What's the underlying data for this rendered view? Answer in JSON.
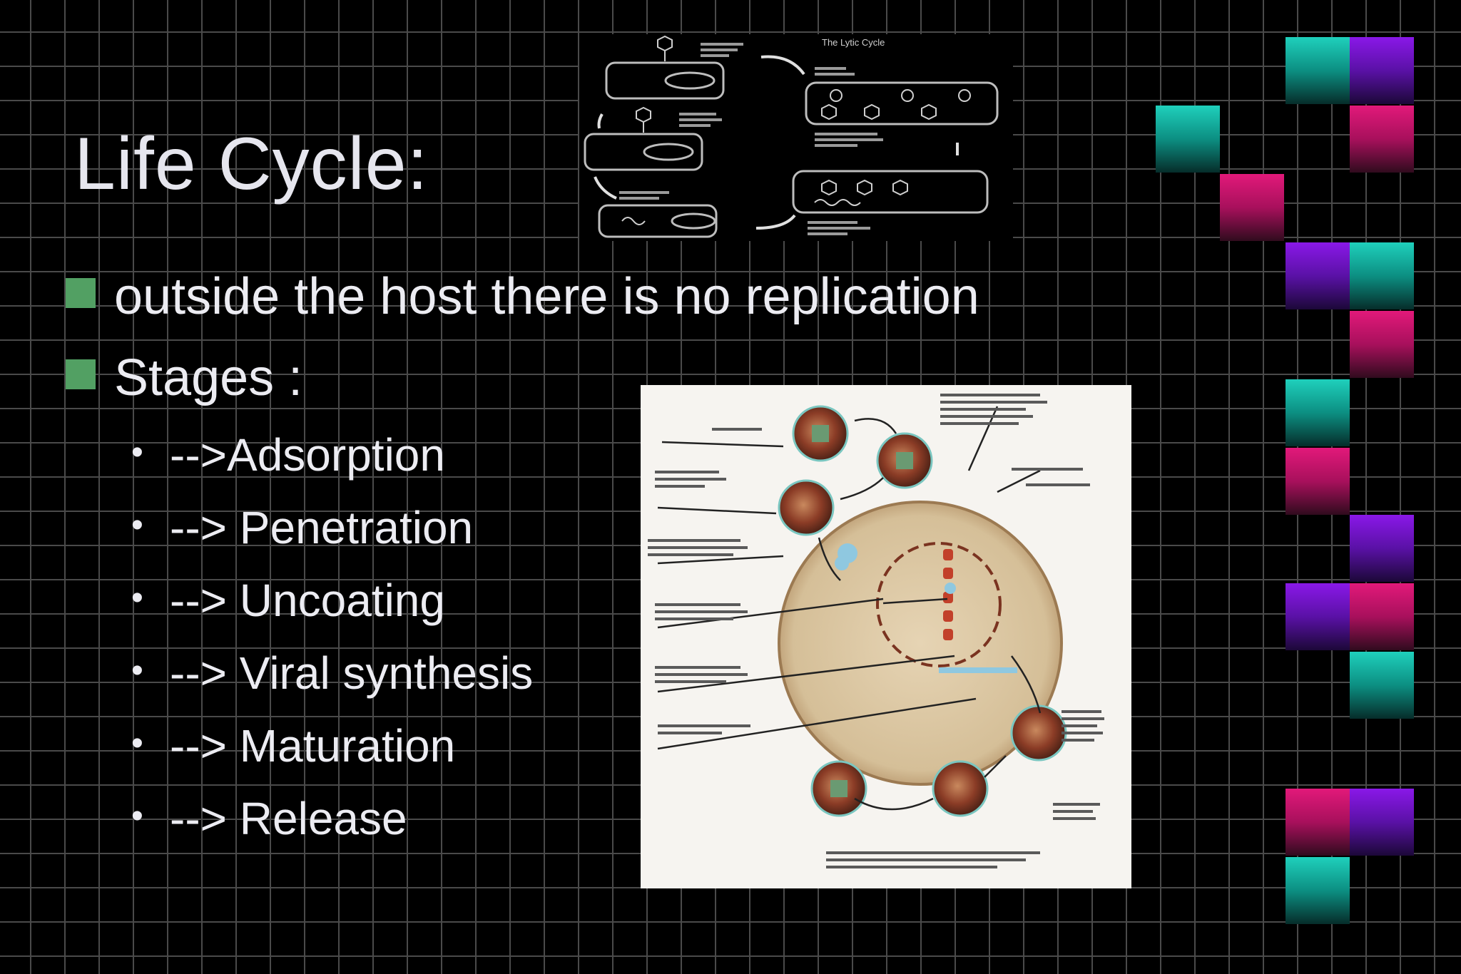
{
  "slide": {
    "title": "Life Cycle:",
    "bullets": [
      "outside the host there is no replication",
      "Stages :"
    ],
    "stages": [
      "-->Adsorption",
      "--> Penetration",
      "--> Uncoating",
      "--> Viral synthesis",
      "--> Maturation",
      "--> Release"
    ],
    "lytic_diagram_title": "The Lytic Cycle",
    "bullet_square_color": "#52a063",
    "deco_colors": {
      "teal": "#1fd0bc",
      "magenta": "#e2197a",
      "purple": "#8a18e8"
    }
  }
}
